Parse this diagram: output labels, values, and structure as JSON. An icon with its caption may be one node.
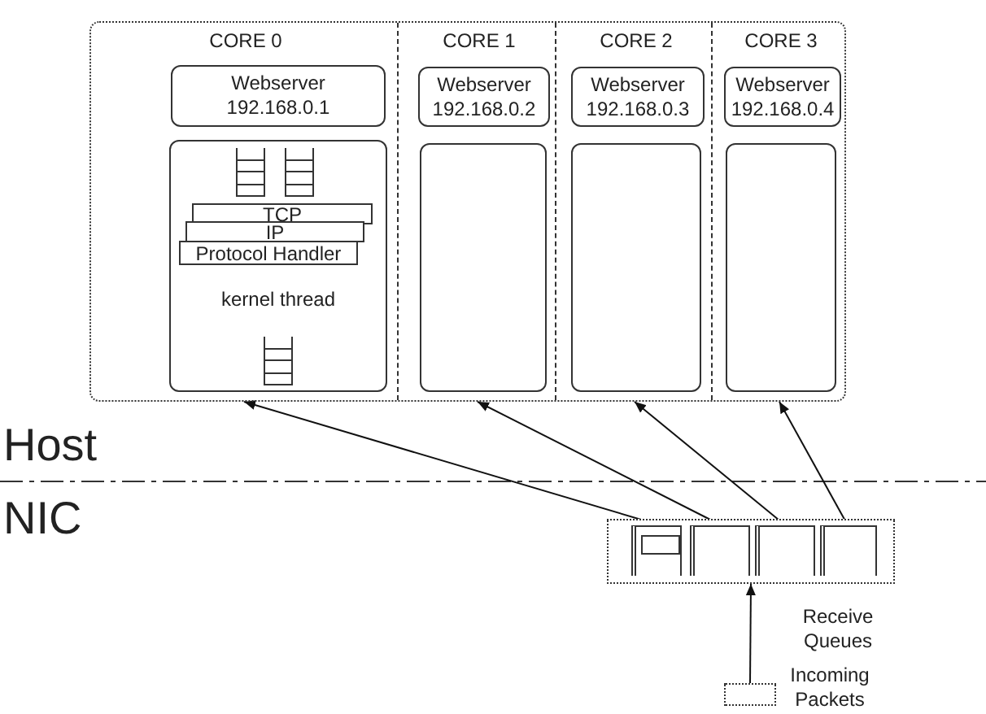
{
  "diagram": {
    "nodes": [
      {
        "text": [],
        "shape": "box"
      },
      {
        "text": [
          "CORE 0"
        ],
        "in": 0
      },
      {
        "text": [
          "Webserver 192.168.0.1"
        ],
        "in": 1
      },
      {
        "text": [
          "kernel thread"
        ],
        "in": 1
      },
      {
        "text": [
          "TCP"
        ],
        "in": 3
      },
      {
        "text": [
          "IP"
        ],
        "in": 3
      },
      {
        "text": [
          "Protocol Handler"
        ],
        "in": 3
      },
      {
        "text": [
          "CORE 1"
        ],
        "in": 0
      },
      {
        "text": [
          "Webserver 192.168.0.2"
        ],
        "in": 7
      },
      {
        "text": [],
        "shape": "box",
        "in": 7
      },
      {
        "text": [
          "CORE 2"
        ],
        "in": 0
      },
      {
        "text": [
          "Webserver 192.168.0.3"
        ],
        "in": 10
      },
      {
        "text": [],
        "shape": "box",
        "in": 10
      },
      {
        "text": [
          "CORE 3"
        ],
        "in": 0
      },
      {
        "text": [
          "Webserver 192.168.0.4"
        ],
        "in": 13
      },
      {
        "text": [],
        "shape": "box",
        "in": 13
      },
      {
        "text": [],
        "shape": "box",
        "beside": [
          "Receive Queues"
        ]
      },
      {
        "text": [],
        "shape": "box",
        "in": 16
      },
      {
        "text": [],
        "shape": "box",
        "in": 16
      },
      {
        "text": [],
        "shape": "box",
        "in": 16
      },
      {
        "text": [],
        "shape": "box",
        "in": 16
      },
      {
        "text": [],
        "shape": "box",
        "beside": [
          "Incoming Packets"
        ]
      }
    ],
    "edges": [
      {
        "from": 17,
        "to": 1,
        "arrow": "to"
      },
      {
        "from": 18,
        "to": 7,
        "arrow": "to"
      },
      {
        "from": 19,
        "to": 10,
        "arrow": "to"
      },
      {
        "from": 20,
        "to": 13,
        "arrow": "to"
      },
      {
        "from": 21,
        "to": 16,
        "arrow": "to"
      }
    ],
    "labels": [
      "Host",
      "NIC"
    ]
  }
}
